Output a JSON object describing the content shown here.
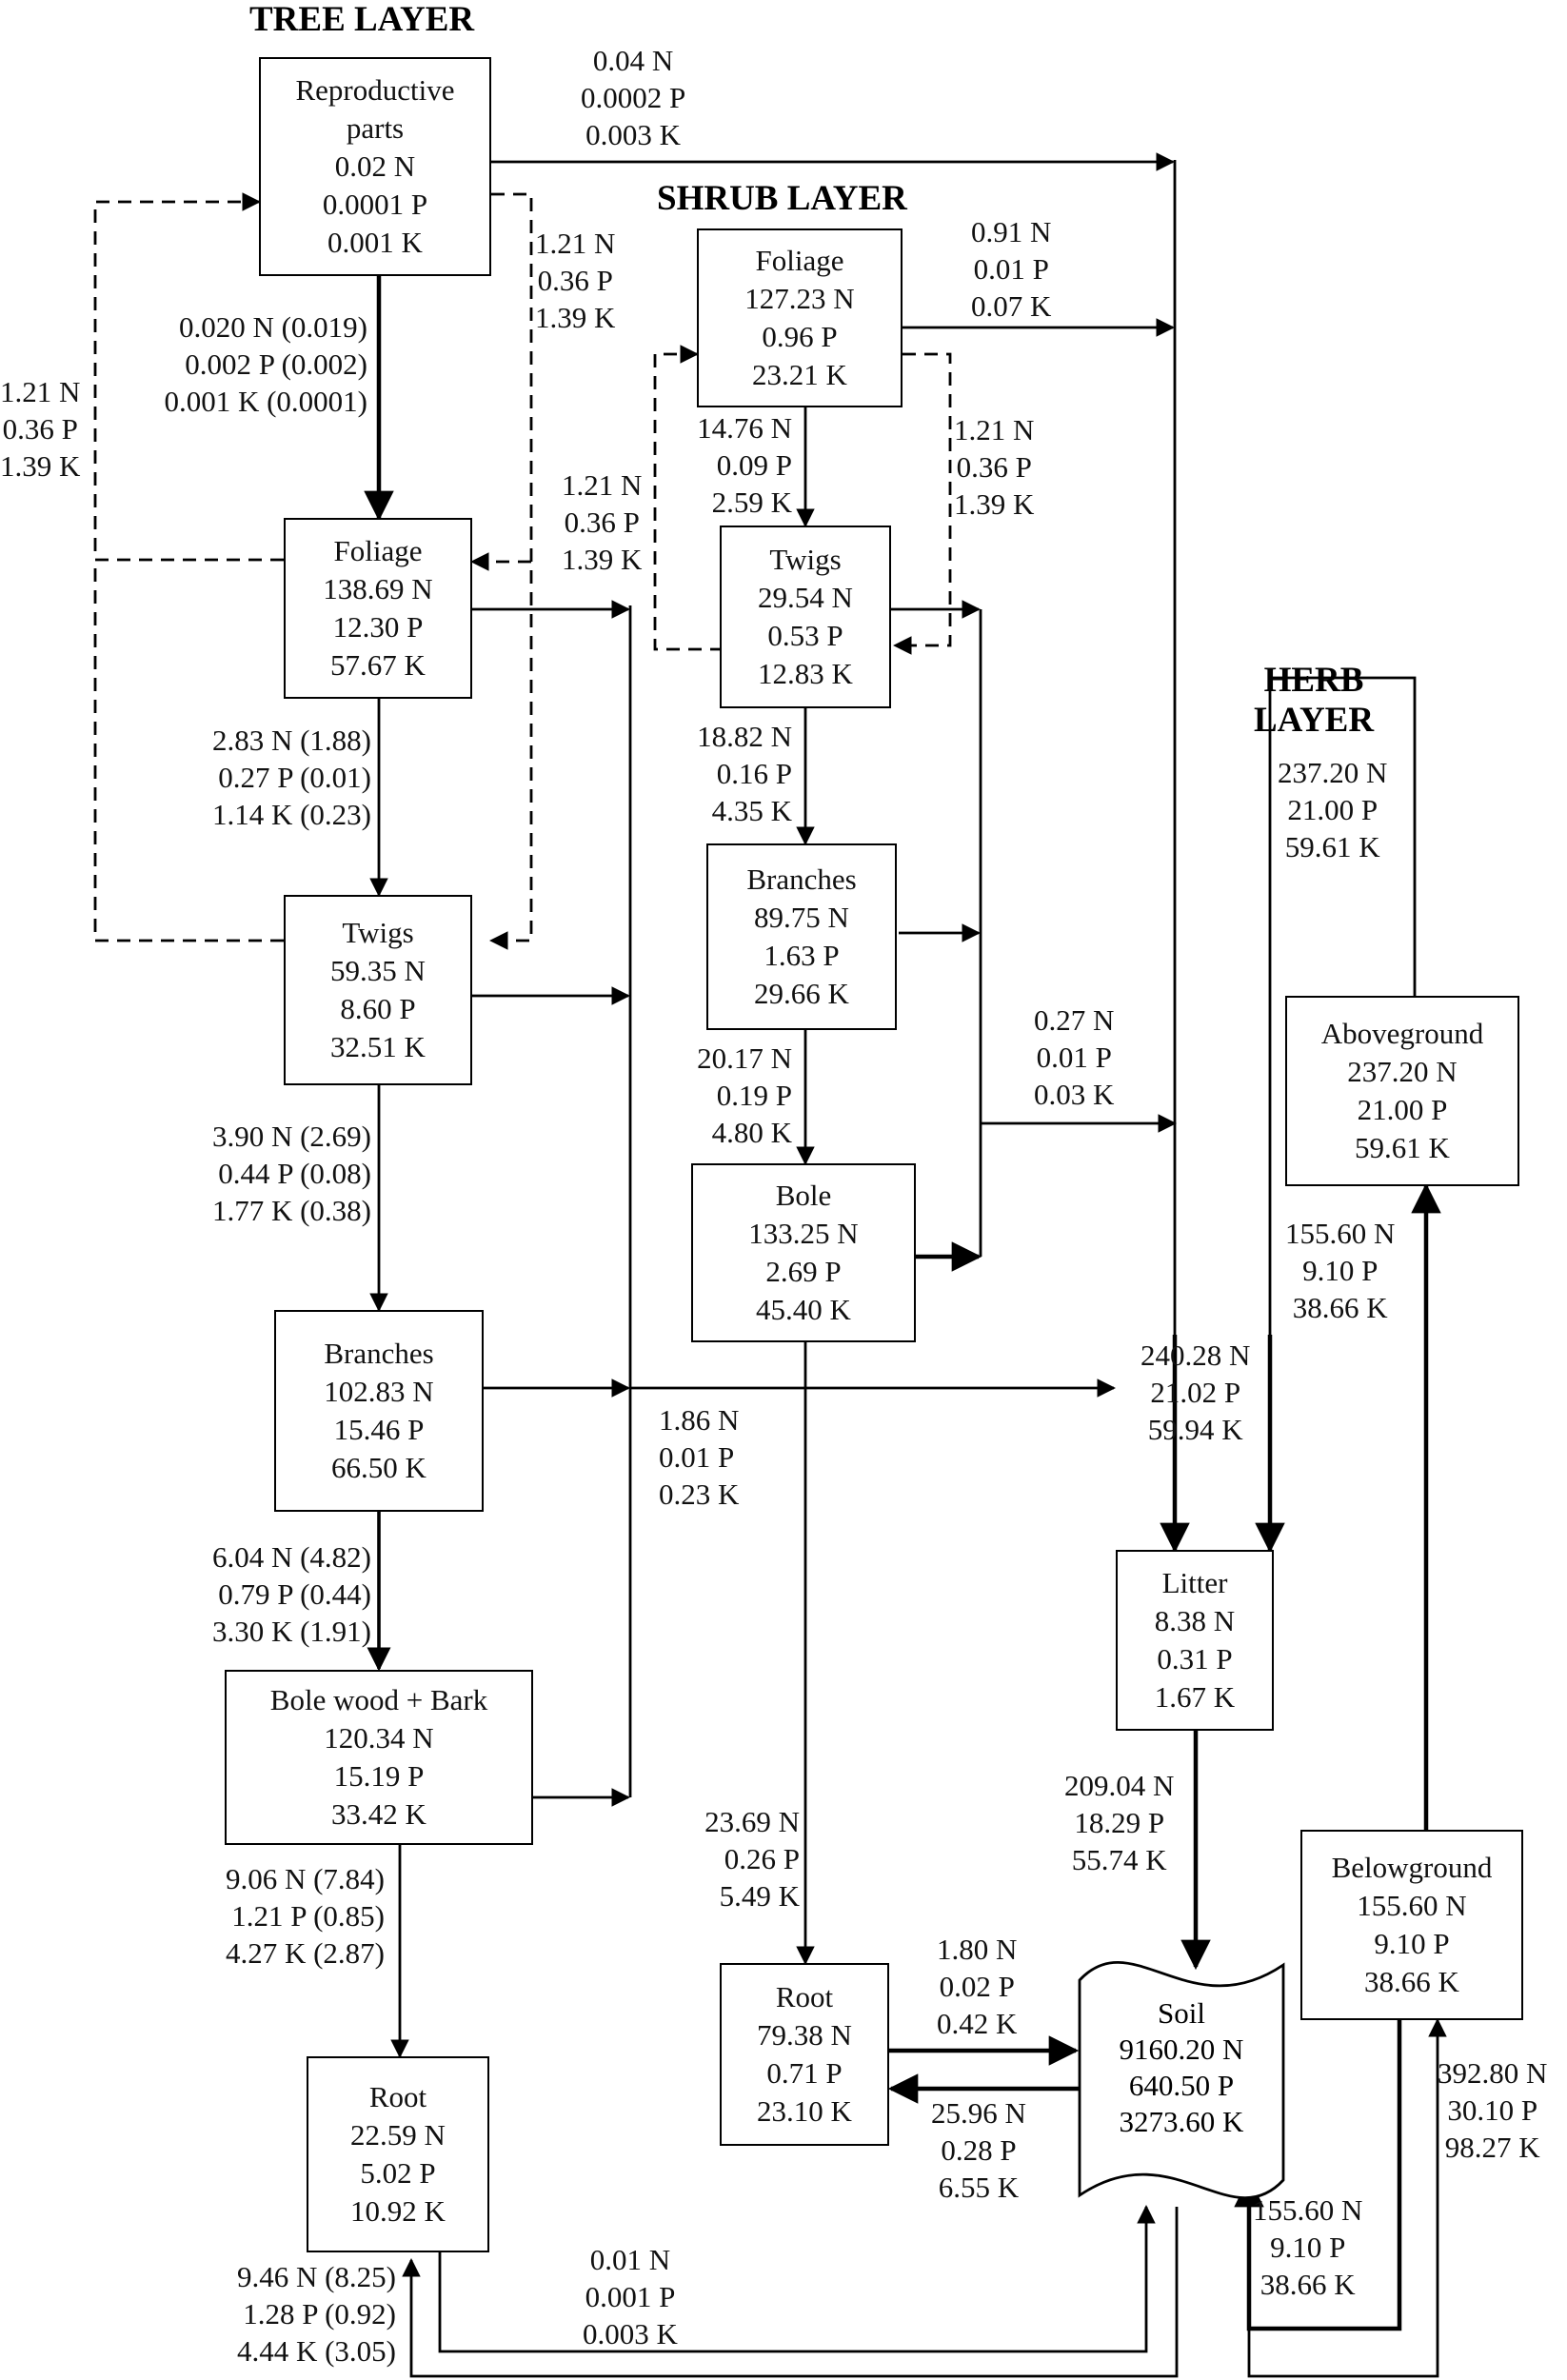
{
  "layers": {
    "tree": "TREE LAYER",
    "shrub": "SHRUB LAYER",
    "herb": [
      "HERB",
      "LAYER"
    ]
  },
  "tree": {
    "reproductive": [
      "Reproductive",
      "parts",
      "0.02 N",
      "0.0001 P",
      "0.001 K"
    ],
    "foliage": [
      "Foliage",
      "138.69 N",
      "12.30 P",
      "57.67 K"
    ],
    "twigs": [
      "Twigs",
      "59.35 N",
      "8.60 P",
      "32.51 K"
    ],
    "branches": [
      "Branches",
      "102.83 N",
      "15.46 P",
      "66.50 K"
    ],
    "bole": [
      "Bole wood + Bark",
      "120.34 N",
      "15.19 P",
      "33.42 K"
    ],
    "root": [
      "Root",
      "22.59 N",
      "5.02 P",
      "10.92 K"
    ]
  },
  "shrub": {
    "foliage": [
      "Foliage",
      "127.23 N",
      "0.96 P",
      "23.21 K"
    ],
    "twigs": [
      "Twigs",
      "29.54 N",
      "0.53 P",
      "12.83 K"
    ],
    "branches": [
      "Branches",
      "89.75 N",
      "1.63 P",
      "29.66 K"
    ],
    "bole": [
      "Bole",
      "133.25 N",
      "2.69 P",
      "45.40 K"
    ],
    "root": [
      "Root",
      "79.38 N",
      "0.71 P",
      "23.10 K"
    ]
  },
  "herb": {
    "aboveground": [
      "Aboveground",
      "237.20 N",
      "21.00 P",
      "59.61 K"
    ],
    "belowground": [
      "Belowground",
      "155.60 N",
      "9.10 P",
      "38.66 K"
    ]
  },
  "litter": [
    "Litter",
    "8.38 N",
    "0.31 P",
    "1.67 K"
  ],
  "soil": [
    "Soil",
    "9160.20 N",
    "640.50 P",
    "3273.60 K"
  ],
  "flows": {
    "repro_to_litter": [
      "0.04 N",
      "0.0002 P",
      "0.003 K"
    ],
    "tree_retrans_right": [
      "1.21 N",
      "0.36 P",
      "1.39 K"
    ],
    "tree_retrans_left": [
      "1.21 N",
      "0.36 P",
      "1.39 K"
    ],
    "repro_to_foliage": [
      "0.020 N (0.019)",
      "0.002 P (0.002)",
      "0.001 K (0.0001)"
    ],
    "tfoliage_to_twigs": [
      "2.83 N (1.88)",
      "0.27 P (0.01)",
      "1.14 K (0.23)"
    ],
    "ttwigs_to_branches": [
      "3.90 N (2.69)",
      "0.44 P (0.08)",
      "1.77 K (0.38)"
    ],
    "tbranches_to_bole": [
      "6.04 N (4.82)",
      "0.79 P (0.44)",
      "3.30 K (1.91)"
    ],
    "tbole_to_root": [
      "9.06 N (7.84)",
      "1.21 P (0.85)",
      "4.27 K (2.87)"
    ],
    "troot_uptake": [
      "9.46 N (8.25)",
      "1.28 P (0.92)",
      "4.44 K (3.05)"
    ],
    "troot_to_soil": [
      "0.01 N",
      "0.001 P",
      "0.003 K"
    ],
    "tree_litter": [
      "1.86 N",
      "0.01 P",
      "0.23 K"
    ],
    "sfoliage_to_litter": [
      "0.91 N",
      "0.01 P",
      "0.07 K"
    ],
    "shrub_retrans_right": [
      "1.21 N",
      "0.36 P",
      "1.39 K"
    ],
    "shrub_retrans_left": [
      "1.21 N",
      "0.36 P",
      "1.39 K"
    ],
    "sfoliage_to_twigs": [
      "14.76 N",
      "0.09 P",
      "2.59 K"
    ],
    "stwigs_to_branches": [
      "18.82 N",
      "0.16 P",
      "4.35 K"
    ],
    "sbranches_to_bole": [
      "20.17 N",
      "0.19 P",
      "4.80 K"
    ],
    "shrub_litter": [
      "0.27 N",
      "0.01 P",
      "0.03 K"
    ],
    "sbole_to_root": [
      "23.69 N",
      "0.26 P",
      "5.49 K"
    ],
    "sroot_to_soil": [
      "1.80 N",
      "0.02 P",
      "0.42 K"
    ],
    "soil_to_sroot": [
      "25.96 N",
      "0.28 P",
      "6.55 K"
    ],
    "herb_to_litter": [
      "237.20 N",
      "21.00 P",
      "59.61 K"
    ],
    "below_to_above": [
      "155.60 N",
      "9.10 P",
      "38.66 K"
    ],
    "litter_input": [
      "240.28 N",
      "21.02 P",
      "59.94 K"
    ],
    "litter_to_soil": [
      "209.04 N",
      "18.29 P",
      "55.74 K"
    ],
    "soil_to_below": [
      "392.80 N",
      "30.10 P",
      "98.27 K"
    ],
    "below_to_soil": [
      "155.60 N",
      "9.10 P",
      "38.66 K"
    ]
  }
}
